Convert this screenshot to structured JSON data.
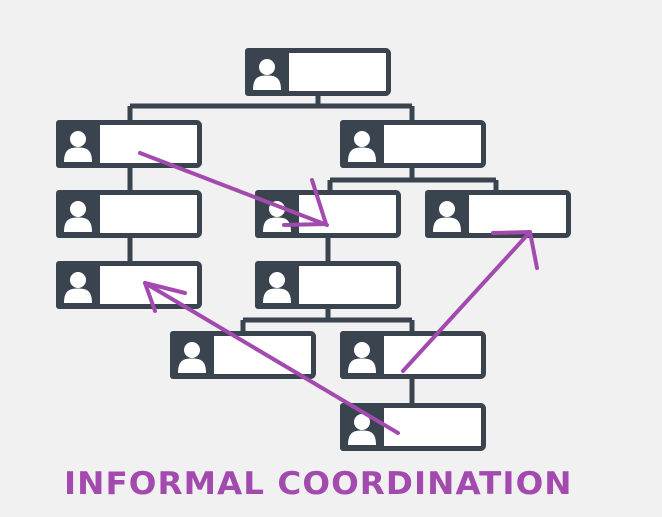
{
  "diagram": {
    "caption": "INFORMAL COORDINATION",
    "nodes": [
      {
        "id": "top"
      },
      {
        "id": "left-1"
      },
      {
        "id": "left-2"
      },
      {
        "id": "left-3"
      },
      {
        "id": "mid-right-1"
      },
      {
        "id": "mid-1"
      },
      {
        "id": "far-right"
      },
      {
        "id": "mid-2"
      },
      {
        "id": "bottom-left"
      },
      {
        "id": "bottom-right-1"
      },
      {
        "id": "bottom-right-2"
      }
    ],
    "arrows": [
      {
        "from": "left-1",
        "to": "mid-1"
      },
      {
        "from": "bottom-right-2",
        "to": "left-3"
      },
      {
        "from": "bottom-right-1",
        "to": "far-right"
      }
    ]
  },
  "colors": {
    "background": "#f1f1f1",
    "box_border": "#3a444e",
    "box_fill": "#ffffff",
    "avatar": "#ffffff",
    "connector": "#3a444e",
    "arrow": "#a24aae",
    "caption": "#a24aae"
  },
  "icons": {
    "avatar": "person-icon",
    "arrow": "arrow-icon"
  }
}
